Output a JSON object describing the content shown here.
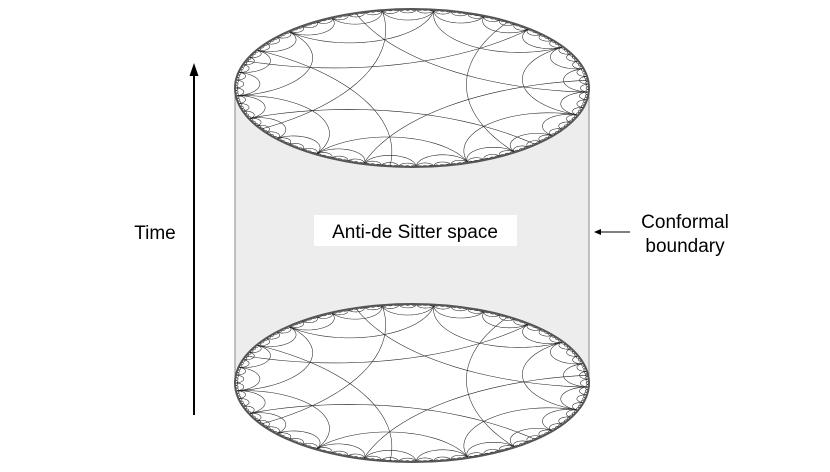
{
  "diagram": {
    "center_label": "Anti-de Sitter space",
    "time_label": "Time",
    "boundary_label_line1": "Conformal",
    "boundary_label_line2": "boundary"
  },
  "colors": {
    "cylinder_fill": "#ededed",
    "disk_fill": "#ffffff",
    "tiling_stroke": "#222222",
    "label_box": "#ffffff"
  }
}
